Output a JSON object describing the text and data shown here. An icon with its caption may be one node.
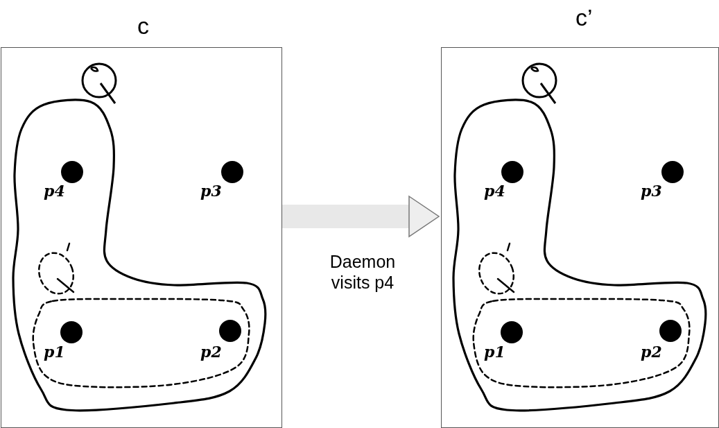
{
  "diagram": {
    "nodes": [
      {
        "text": [
          "c"
        ]
      },
      {
        "text": [
          "c’"
        ]
      }
    ],
    "edges": [
      {
        "from": 0,
        "to": 1,
        "arrow": "to",
        "label": "Daemon visits p4"
      }
    ],
    "labels": [
      "p4",
      "p3",
      "p1",
      "p2",
      "p4",
      "p3",
      "p1",
      "p2"
    ]
  }
}
